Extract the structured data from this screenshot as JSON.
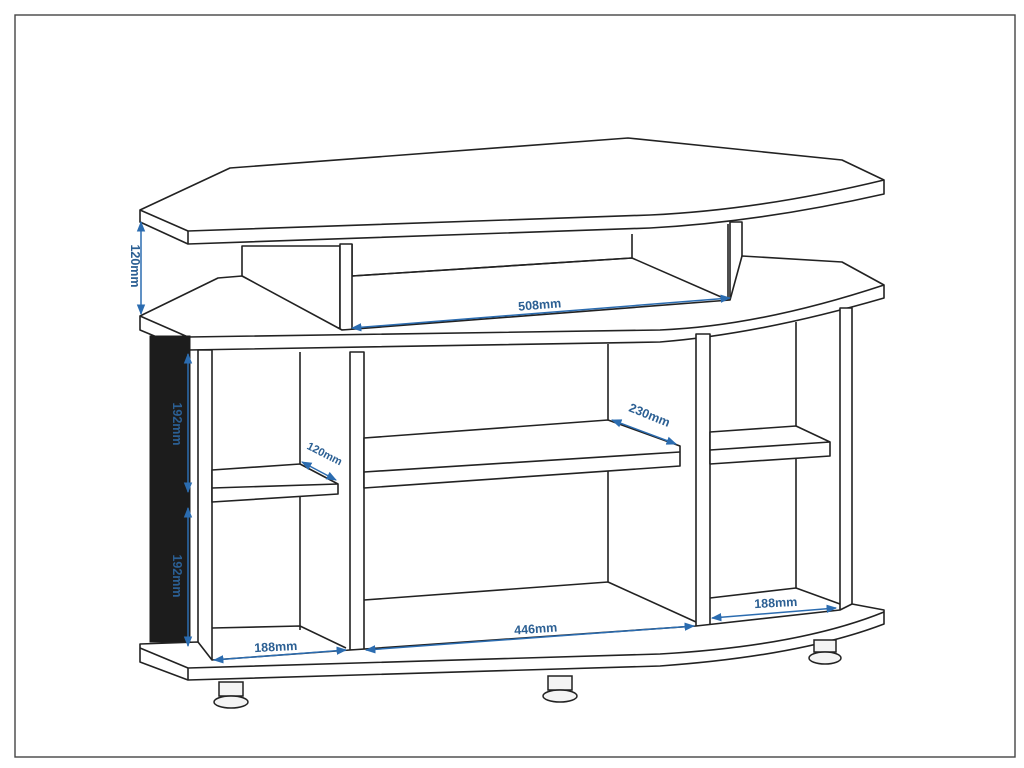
{
  "dimensions": {
    "top_shelf_height": "120mm",
    "top_inner_width": "508mm",
    "left_upper_height": "192mm",
    "left_lower_height": "192mm",
    "left_shelf_depth": "120mm",
    "center_shelf_depth": "230mm",
    "left_bottom_width": "188mm",
    "center_bottom_width": "446mm",
    "right_bottom_width": "188mm"
  },
  "colors": {
    "dimension_color": "#2b6cb0",
    "outline_color": "#222222"
  }
}
